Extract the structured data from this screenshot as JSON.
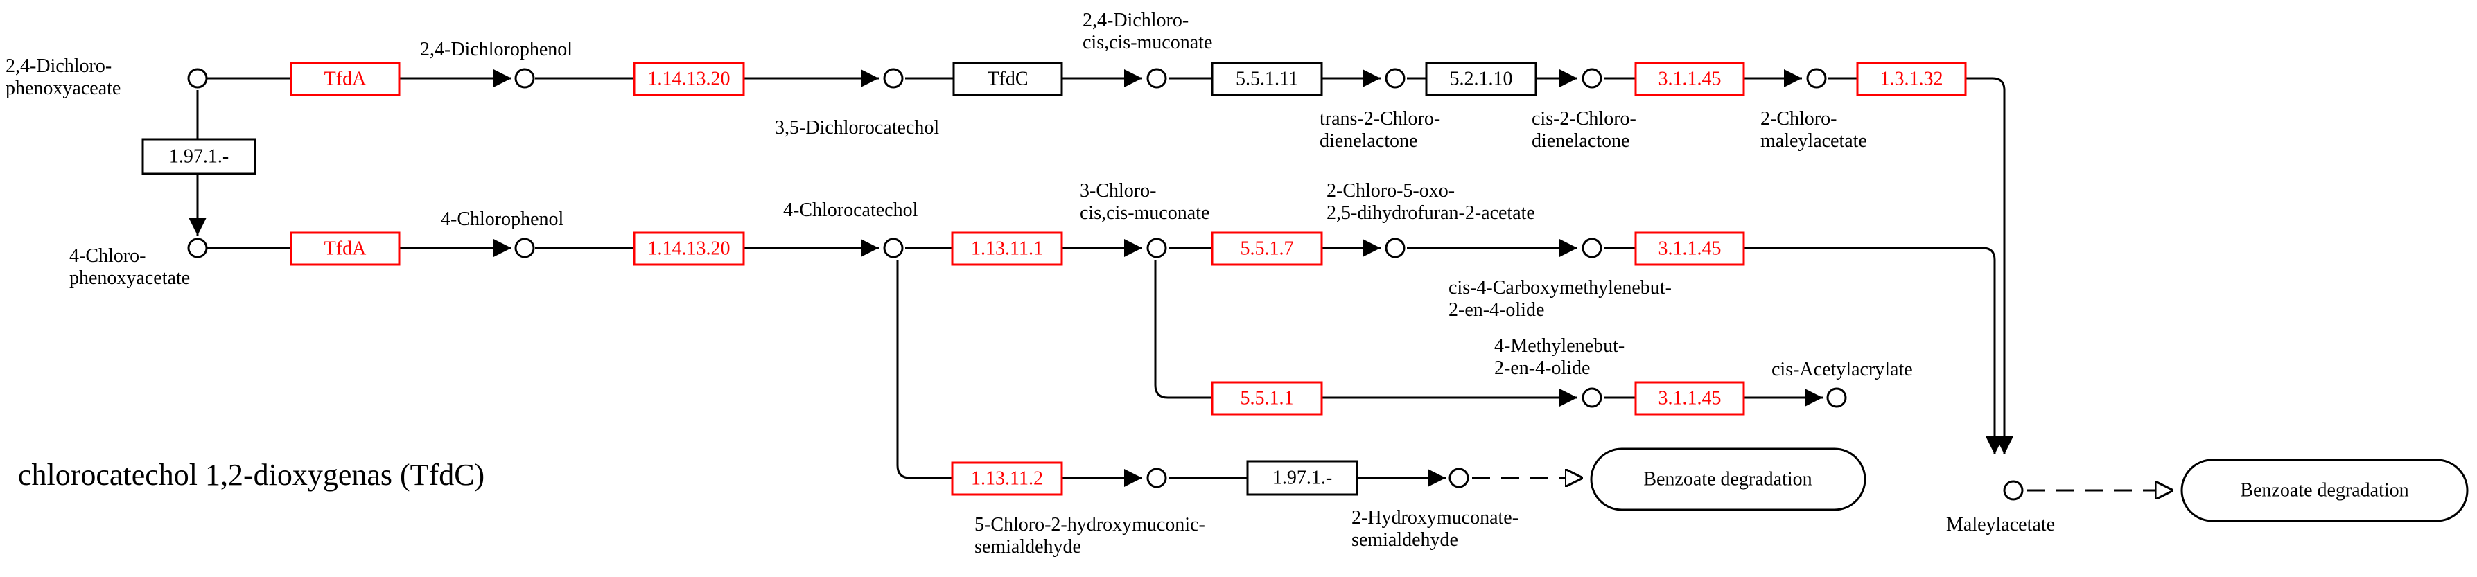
{
  "caption": "chlorocatechol 1,2-dioxygenas (TfdC)",
  "colors": {
    "enzyme_highlight": "#ff0000",
    "enzyme_default": "#000000"
  },
  "compounds": {
    "c1": [
      "2,4-Dichloro-",
      "phenoxyaceate"
    ],
    "c2": [
      "2,4-Dichlorophenol"
    ],
    "c3": [
      "3,5-Dichlorocatechol"
    ],
    "c4": [
      "2,4-Dichloro-",
      "cis,cis-muconate"
    ],
    "c5": [
      "trans-2-Chloro-",
      "dienelactone"
    ],
    "c6": [
      "cis-2-Chloro-",
      "dienelactone"
    ],
    "c7": [
      "2-Chloro-",
      "maleylacetate"
    ],
    "c8": [
      "4-Chloro-",
      "phenoxyacetate"
    ],
    "c9": [
      "4-Chlorophenol"
    ],
    "c10": [
      "4-Chlorocatechol"
    ],
    "c11": [
      "3-Chloro-",
      "cis,cis-muconate"
    ],
    "c12": [
      "2-Chloro-5-oxo-",
      "2,5-dihydrofuran-2-acetate"
    ],
    "c13": [
      "cis-4-Carboxymethylenebut-",
      "2-en-4-olide"
    ],
    "c14": [
      "4-Methylenebut-",
      "2-en-4-olide"
    ],
    "c15": [
      "cis-Acetylacrylate"
    ],
    "c16": [
      "5-Chloro-2-hydroxymuconic-",
      "semialdehyde"
    ],
    "c17": [
      "2-Hydroxymuconate-",
      "semialdehyde"
    ],
    "c18": [
      "Maleylacetate"
    ]
  },
  "enzymes": {
    "e1": "TfdA",
    "e2": "1.14.13.20",
    "e3": "TfdC",
    "e4": "5.5.1.11",
    "e5": "5.2.1.10",
    "e6": "3.1.1.45",
    "e7": "1.3.1.32",
    "e8": "1.97.1.-",
    "e9": "TfdA",
    "e10": "1.14.13.20",
    "e11": "1.13.11.1",
    "e12": "5.5.1.7",
    "e13": "3.1.1.45",
    "e14": "5.5.1.1",
    "e15": "3.1.1.45",
    "e16": "1.13.11.2",
    "e17": "1.97.1.-"
  },
  "enzyme_display": {
    "e2": "1.14.13.20",
    "e10": "1.14.13.20"
  },
  "maps": {
    "m1": "Benzoate degradation",
    "m2": "Benzoate degradation"
  }
}
